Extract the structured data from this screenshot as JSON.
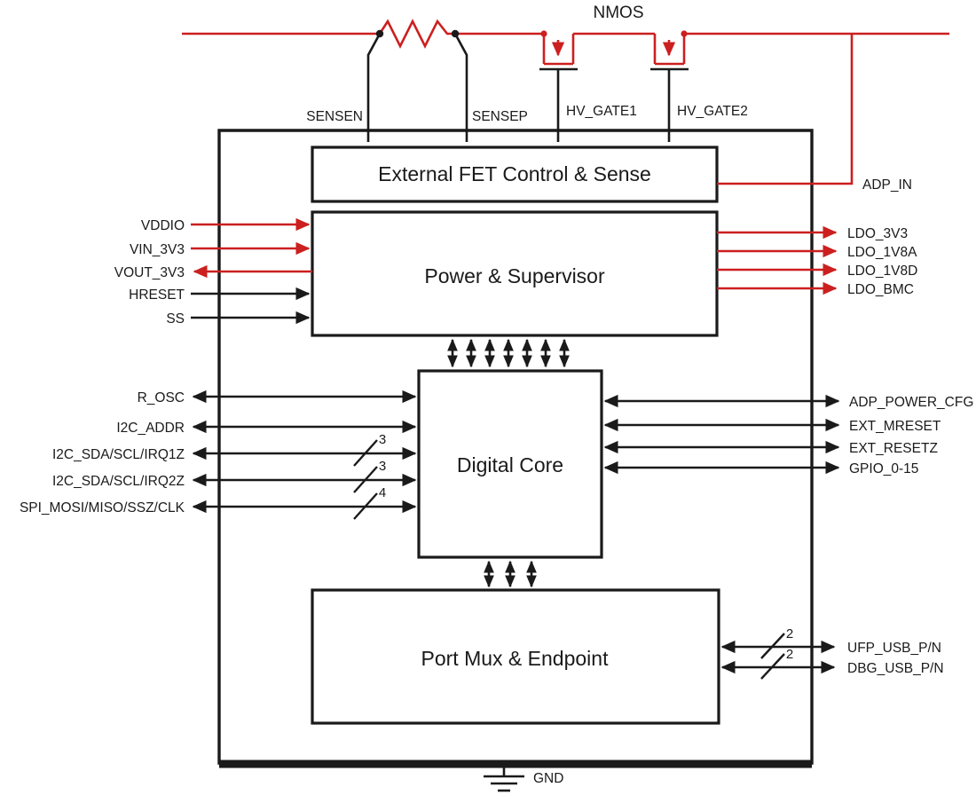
{
  "diagram": {
    "title": "NMOS",
    "colors": {
      "black": "#1a1a1a",
      "red": "#cc1f1f",
      "background": "#ffffff"
    },
    "external": {
      "nmos_label": "NMOS",
      "adp_in_label": "ADP_IN",
      "gnd_label": "GND",
      "sense_labels": [
        "SENSEN",
        "SENSEP"
      ],
      "gate_labels": [
        "HV_GATE1",
        "HV_GATE2"
      ]
    },
    "blocks": [
      {
        "id": "external-fet",
        "title": "External FET Control & Sense"
      },
      {
        "id": "power-supervisor",
        "title": "Power & Supervisor"
      },
      {
        "id": "digital-core",
        "title": "Digital Core"
      },
      {
        "id": "port-mux",
        "title": "Port Mux & Endpoint"
      }
    ],
    "power_inputs_left": [
      {
        "label": "VDDIO",
        "color": "red",
        "direction": "in"
      },
      {
        "label": "VIN_3V3",
        "color": "red",
        "direction": "in"
      },
      {
        "label": "VOUT_3V3",
        "color": "red",
        "direction": "out"
      },
      {
        "label": "HRESET",
        "color": "black",
        "direction": "in"
      },
      {
        "label": "SS",
        "color": "black",
        "direction": "in"
      }
    ],
    "power_outputs_right": [
      {
        "label": "LDO_3V3",
        "color": "red",
        "direction": "out"
      },
      {
        "label": "LDO_1V8A",
        "color": "red",
        "direction": "out"
      },
      {
        "label": "LDO_1V8D",
        "color": "red",
        "direction": "out"
      },
      {
        "label": "LDO_BMC",
        "color": "red",
        "direction": "out"
      }
    ],
    "core_signals_left": [
      {
        "label": "R_OSC",
        "bus": ""
      },
      {
        "label": "I2C_ADDR",
        "bus": ""
      },
      {
        "label": "I2C_SDA/SCL/IRQ1Z",
        "bus": "3"
      },
      {
        "label": "I2C_SDA/SCL/IRQ2Z",
        "bus": "3"
      },
      {
        "label": "SPI_MOSI/MISO/SSZ/CLK",
        "bus": "4"
      }
    ],
    "core_signals_right": [
      {
        "label": "ADP_POWER_CFG",
        "bus": ""
      },
      {
        "label": "EXT_MRESET",
        "bus": ""
      },
      {
        "label": "EXT_RESETZ",
        "bus": ""
      },
      {
        "label": "GPIO_0-15",
        "bus": ""
      }
    ],
    "port_signals_right": [
      {
        "label": "UFP_USB_P/N",
        "bus": "2"
      },
      {
        "label": "DBG_USB_P/N",
        "bus": "2"
      }
    ],
    "bus_counts": {
      "power_to_core": 7,
      "core_to_portmux": 3
    }
  }
}
